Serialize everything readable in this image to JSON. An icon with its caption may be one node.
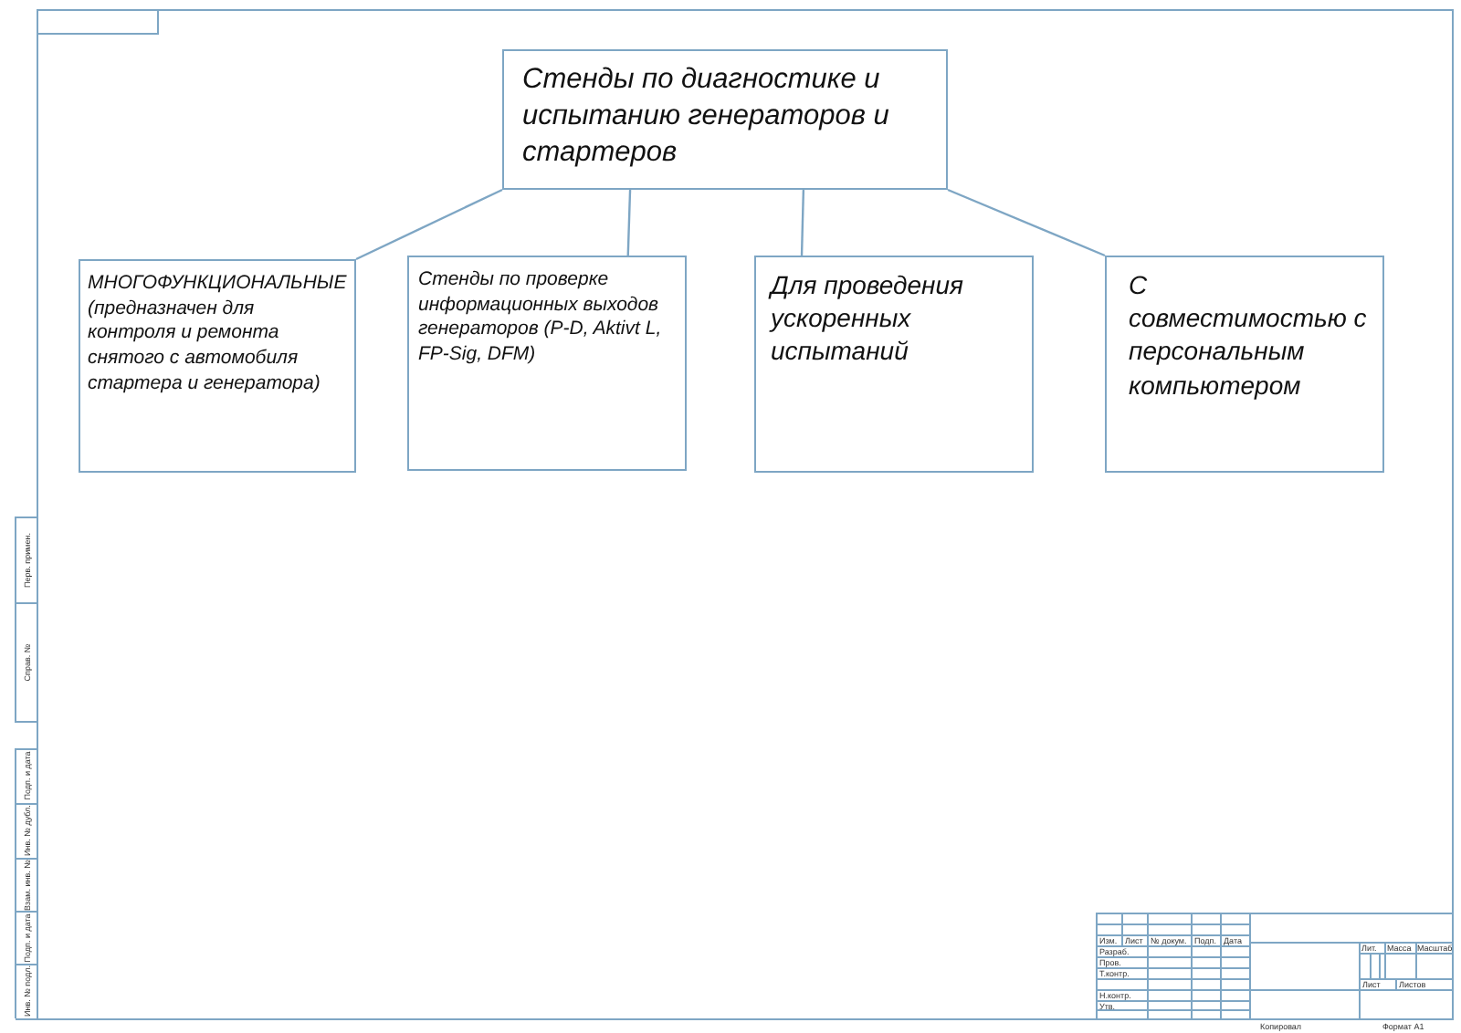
{
  "diagram": {
    "nodes": [
      {
        "text": [
          "Стенды по диагностике и испытанию генераторов и стартеров"
        ]
      },
      {
        "text": [
          "МНОГОФУНКЦИОНАЛЬНЫЕ (предназначен для контроля и ремонта снятого с автомобиля стартера и генератора)"
        ]
      },
      {
        "text": [
          "Стенды по проверке информационных выходов генераторов (P-D, Aktivt L, FP-Sig, DFM)"
        ]
      },
      {
        "text": [
          "Для проведения ускоренных испытаний"
        ]
      },
      {
        "text": [
          "С совместимостью с персональным компьютером"
        ]
      }
    ],
    "edges": [
      {
        "from": 0,
        "to": 1,
        "arrow": "none"
      },
      {
        "from": 0,
        "to": 2,
        "arrow": "none"
      },
      {
        "from": 0,
        "to": 3,
        "arrow": "none"
      },
      {
        "from": 0,
        "to": 4,
        "arrow": "none"
      }
    ],
    "labels": [
      "Перв. примен.",
      "Справ. №",
      "Подп. и дата",
      "Инв. № дубл.",
      "Взам. инв. №",
      "Подп. и дата",
      "Инв. № подл.",
      "Изм.",
      "Лист",
      "№ докум.",
      "Подп.",
      "Дата",
      "Разраб.",
      "Пров.",
      "Т.контр.",
      "Н.контр.",
      "Утв.",
      "Лит.",
      "Масса",
      "Масштаб",
      "Лист",
      "Листов",
      "Копировал",
      "Формат A1"
    ]
  }
}
